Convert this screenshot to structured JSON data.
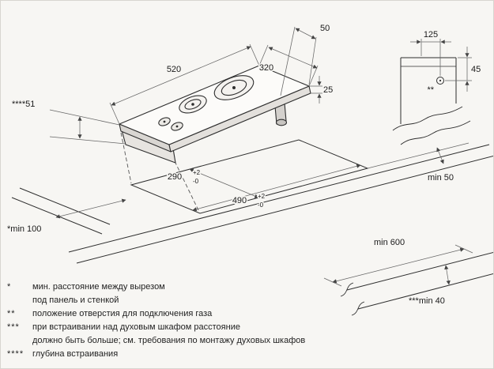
{
  "colors": {
    "background": "#f7f6f3",
    "line_ink": "#2e2e2e",
    "dim_ink": "#555555",
    "text_ink": "#1b1b1b"
  },
  "dims": {
    "width_520": "520",
    "depth_320": "320",
    "gas_offset_50": "50",
    "edge_height_25": "25",
    "build_depth_51": "****51",
    "cutout_290": "290",
    "cutout_290_tol_plus": "+2",
    "cutout_290_tol_minus": "-0",
    "cutout_490": "490",
    "cutout_490_tol_plus": "+2",
    "cutout_490_tol_minus": "-0",
    "wall_min_100": "*min 100",
    "front_min_50": "min 50",
    "depth_min_600": "min 600",
    "oven_min_40": "***min 40",
    "gas_hole_125": "125",
    "gas_hole_45": "45",
    "gas_hole_marker": "**"
  },
  "footnotes": [
    {
      "marker": "*",
      "line1": "мин. расстояние между вырезом",
      "line2": "под панель и стенкой"
    },
    {
      "marker": "**",
      "line1": "положение отверстия для подключения газа",
      "line2": ""
    },
    {
      "marker": "***",
      "line1": "при встраивании над духовым шкафом расстояние",
      "line2": "должно быть больше; см. требования по монтажу духовых шкафов"
    },
    {
      "marker": "****",
      "line1": "глубина встраивания",
      "line2": ""
    }
  ]
}
